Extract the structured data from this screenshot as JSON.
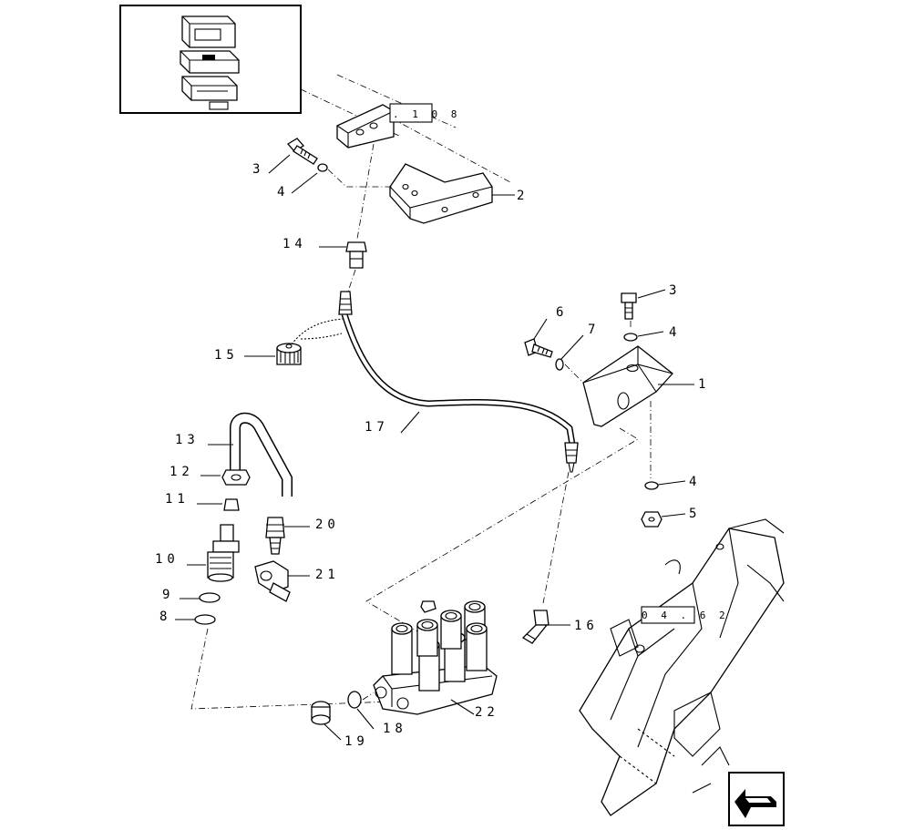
{
  "callouts": {
    "c1": "1",
    "c2": "2",
    "c3a": "3",
    "c3b": "3",
    "c4a": "4",
    "c4b": "4",
    "c4c": "4",
    "c5": "5",
    "c6": "6",
    "c7": "7",
    "c8": "8",
    "c9": "9",
    "c10": "10",
    "c11": "11",
    "c12": "12",
    "c13": "13",
    "c14": "14",
    "c15": "15",
    "c16": "16",
    "c17": "17",
    "c18": "18",
    "c19": "19",
    "c20": "20",
    "c21": "21",
    "c22": "22"
  },
  "references": {
    "ref_top": ". 1 0 8",
    "ref_right": "0 4 . 6 2"
  },
  "icons": {
    "thumbnail": "assembly-thumbnail",
    "nav_arrow": "previous-page-arrow-icon"
  }
}
